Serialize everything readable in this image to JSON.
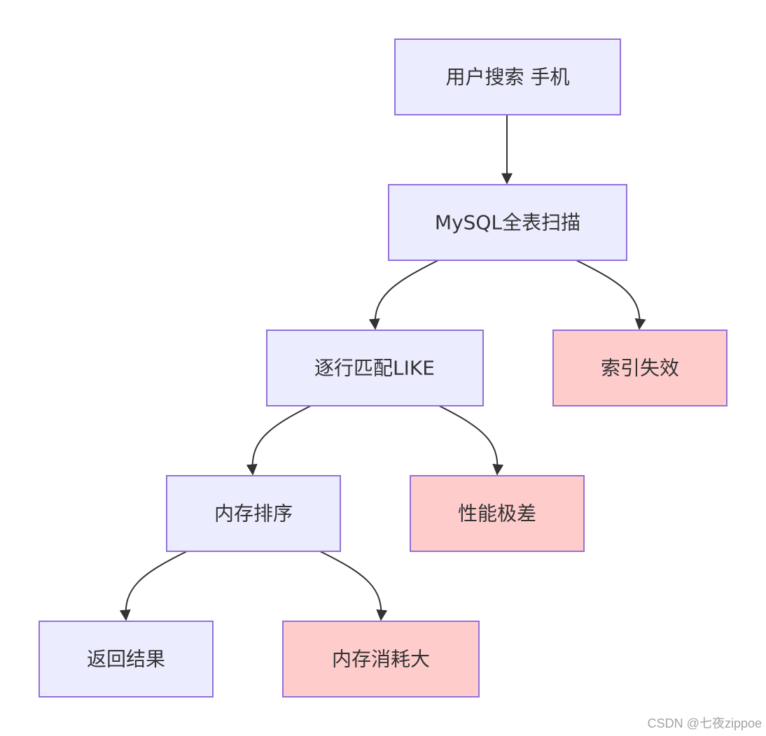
{
  "colors": {
    "normal_fill": "#ececff",
    "warning_fill": "#ffcccc",
    "border": "#9370db",
    "edge": "#333333",
    "text": "#333333"
  },
  "nodes": {
    "user_search": {
      "label": "用户搜索 手机",
      "kind": "normal"
    },
    "mysql_scan": {
      "label": "MySQL全表扫描",
      "kind": "normal"
    },
    "row_match": {
      "label": "逐行匹配LIKE",
      "kind": "normal"
    },
    "index_invalid": {
      "label": "索引失效",
      "kind": "warning"
    },
    "memory_sort": {
      "label": "内存排序",
      "kind": "normal"
    },
    "poor_performance": {
      "label": "性能极差",
      "kind": "warning"
    },
    "return_result": {
      "label": "返回结果",
      "kind": "normal"
    },
    "memory_cost": {
      "label": "内存消耗大",
      "kind": "warning"
    }
  },
  "edges": [
    {
      "from": "user_search",
      "to": "mysql_scan"
    },
    {
      "from": "mysql_scan",
      "to": "row_match"
    },
    {
      "from": "mysql_scan",
      "to": "index_invalid"
    },
    {
      "from": "row_match",
      "to": "memory_sort"
    },
    {
      "from": "row_match",
      "to": "poor_performance"
    },
    {
      "from": "memory_sort",
      "to": "return_result"
    },
    {
      "from": "memory_sort",
      "to": "memory_cost"
    }
  ],
  "watermark": "CSDN @七夜zippoe"
}
